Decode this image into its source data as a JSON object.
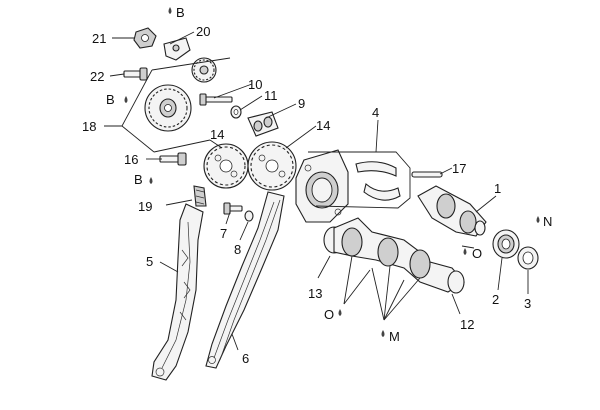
{
  "labels": {
    "l1": "1",
    "l2": "2",
    "l3": "3",
    "l4": "4",
    "l5": "5",
    "l6": "6",
    "l7": "7",
    "l8": "8",
    "l9": "9",
    "l10": "10",
    "l11": "11",
    "l12": "12",
    "l13": "13",
    "l14a": "14",
    "l14b": "14",
    "l16": "16",
    "l17": "17",
    "l18": "18",
    "l19": "19",
    "l20": "20",
    "l21": "21",
    "l22": "22",
    "b1": "B",
    "b2": "B",
    "b3": "B",
    "n": "N",
    "o1": "O",
    "o2": "O",
    "m": "M"
  }
}
